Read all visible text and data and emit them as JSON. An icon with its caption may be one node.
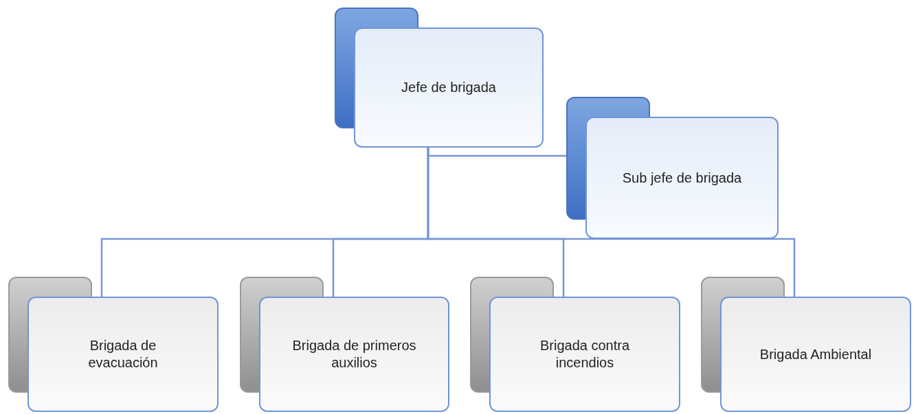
{
  "diagram": {
    "nodes": [
      {
        "text": [
          "Jefe de brigada"
        ]
      },
      {
        "text": [
          "Sub jefe de brigada"
        ]
      },
      {
        "text": [
          "Brigada de evacuación"
        ]
      },
      {
        "text": [
          "Brigada de primeros auxilios"
        ]
      },
      {
        "text": [
          "Brigada contra incendios"
        ]
      },
      {
        "text": [
          "Brigada Ambiental"
        ]
      }
    ],
    "edges": [
      {
        "from": 0,
        "to": 1,
        "arrow": "none"
      },
      {
        "from": 0,
        "to": 2,
        "arrow": "none"
      },
      {
        "from": 0,
        "to": 3,
        "arrow": "none"
      },
      {
        "from": 0,
        "to": 4,
        "arrow": "none"
      },
      {
        "from": 0,
        "to": 5,
        "arrow": "none"
      }
    ]
  }
}
